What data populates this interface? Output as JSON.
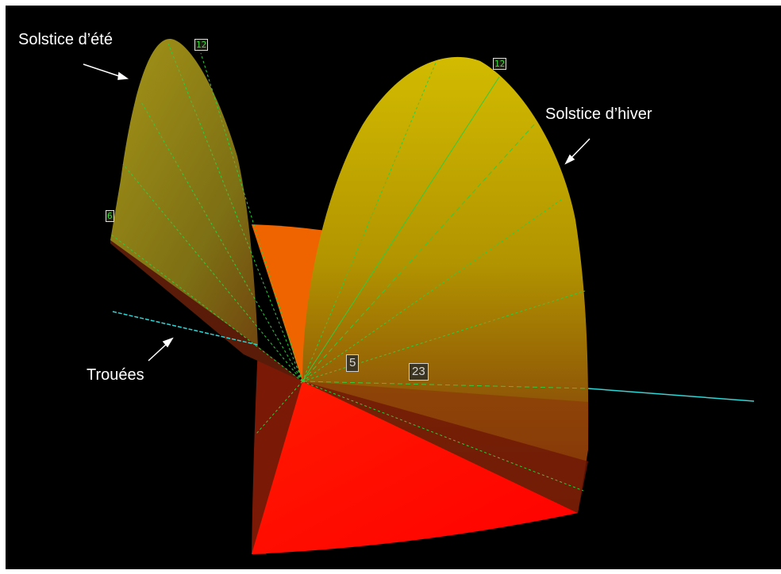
{
  "labels": {
    "summer_solstice": "Solstice d’été",
    "winter_solstice": "Solstice d’hiver",
    "gaps": "Trouées"
  },
  "hour_tags": {
    "summer_noon": "12",
    "winter_noon": "12",
    "summer_morning": "6",
    "winter_dawn": "5",
    "winter_night": "23"
  },
  "colors": {
    "background": "#000000",
    "outer_frame": "#ffffff",
    "summer_surface": "#8c8218",
    "winter_surface": "#c8b400",
    "winter_shadow": "#6e1e08",
    "floor_far": "#f06400",
    "floor_near": "#ff0800",
    "hour_lines": "#2ecc40",
    "gap_line": "#2fd6d6",
    "callout_text": "#ffffff"
  }
}
